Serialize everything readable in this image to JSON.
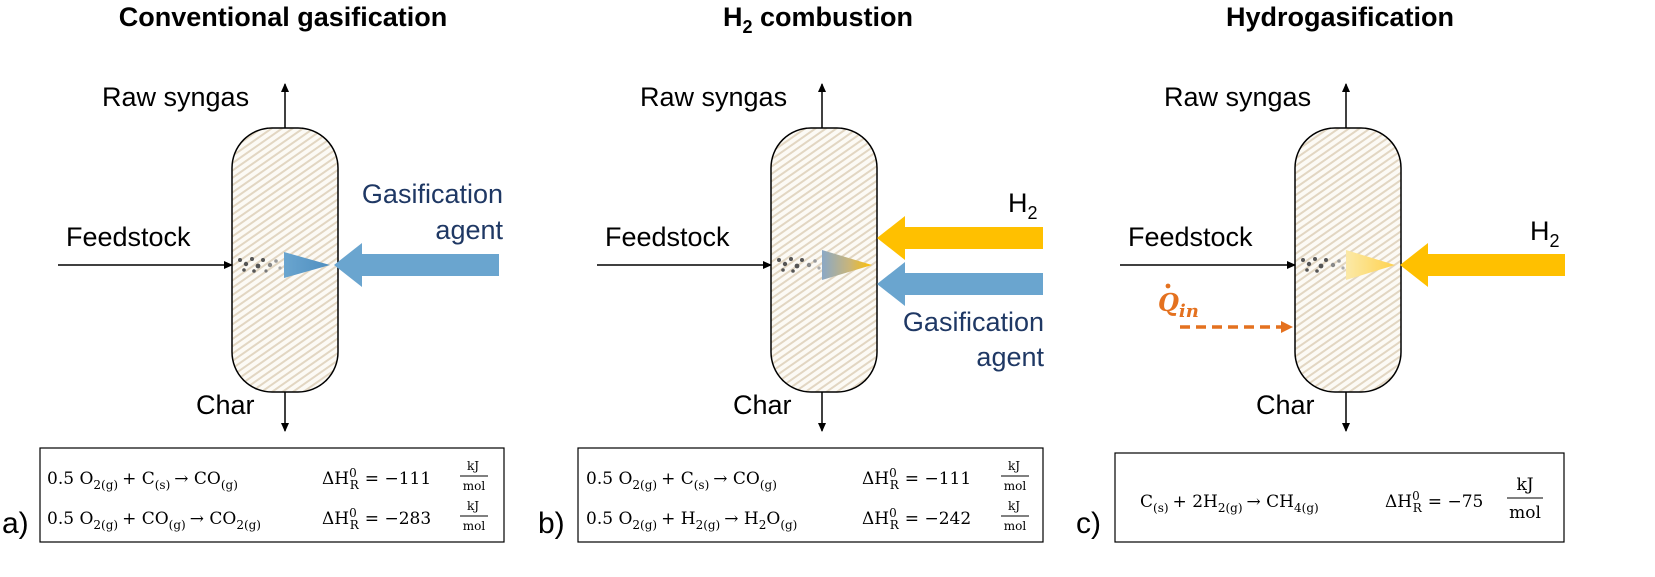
{
  "panels": {
    "a": {
      "letter": "a)",
      "title": "Conventional gasification",
      "raw_syngas": "Raw syngas",
      "feedstock": "Feedstock",
      "char": "Char",
      "agent_line1": "Gasification",
      "agent_line2": "agent",
      "eq1_lhs": "0.5 O",
      "eq1_lhs_sub1": "2(g)",
      "eq1_plus": "+ C",
      "eq1_sub2": "(s)",
      "eq1_arrow": "→ CO",
      "eq1_sub3": "(g)",
      "eq1_dh": "ΔH",
      "eq1_dh_sup": "0",
      "eq1_dh_sub": "R",
      "eq1_val": "= −111",
      "eq1_unit_num": "kJ",
      "eq1_unit_den": "mol",
      "eq2_lhs": "0.5 O",
      "eq2_lhs_sub1": "2(g)",
      "eq2_plus": "+ CO",
      "eq2_sub2": "(g)",
      "eq2_arrow": "→ CO",
      "eq2_sub3": "2(g)",
      "eq2_dh": "ΔH",
      "eq2_dh_sup": "0",
      "eq2_dh_sub": "R",
      "eq2_val": "= −283",
      "eq2_unit_num": "kJ",
      "eq2_unit_den": "mol"
    },
    "b": {
      "letter": "b)",
      "title_pre": "H",
      "title_sub": "2",
      "title_post": " combustion",
      "raw_syngas": "Raw syngas",
      "feedstock": "Feedstock",
      "char": "Char",
      "h2": "H",
      "h2_sub": "2",
      "agent_line1": "Gasification",
      "agent_line2": "agent",
      "eq1_lhs": "0.5 O",
      "eq1_lhs_sub1": "2(g)",
      "eq1_plus": "+ C",
      "eq1_sub2": "(s)",
      "eq1_arrow": "→ CO",
      "eq1_sub3": "(g)",
      "eq1_dh": "ΔH",
      "eq1_dh_sup": "0",
      "eq1_dh_sub": "R",
      "eq1_val": "= −111",
      "eq1_unit_num": "kJ",
      "eq1_unit_den": "mol",
      "eq2_lhs": "0.5 O",
      "eq2_lhs_sub1": "2(g)",
      "eq2_plus": "+ H",
      "eq2_sub2": "2(g)",
      "eq2_arrow": "→ H",
      "eq2_sub3": "2",
      "eq2_arrow_tail": "O",
      "eq2_sub4": "(g)",
      "eq2_dh": "ΔH",
      "eq2_dh_sup": "0",
      "eq2_dh_sub": "R",
      "eq2_val": "= −242",
      "eq2_unit_num": "kJ",
      "eq2_unit_den": "mol"
    },
    "c": {
      "letter": "c)",
      "title": "Hydrogasification",
      "raw_syngas": "Raw syngas",
      "feedstock": "Feedstock",
      "char": "Char",
      "h2": "H",
      "h2_sub": "2",
      "qin": "Q",
      "qin_sub": "in",
      "eq1_lhs": "C",
      "eq1_sub1": "(s)",
      "eq1_plus": "+ 2H",
      "eq1_sub2": "2(g)",
      "eq1_arrow": "→ CH",
      "eq1_sub3": "4(g)",
      "eq1_dh": "ΔH",
      "eq1_dh_sup": "0",
      "eq1_dh_sub": "R",
      "eq1_val": "= −75",
      "eq1_unit_num": "kJ",
      "eq1_unit_den": "mol"
    }
  },
  "colors": {
    "gasification_agent": "#6aa5cf",
    "hydrogen": "#ffc000",
    "heat": "#e4711f",
    "agent_text": "#1f3864",
    "reactor_fill": "#fbf9f4",
    "reactor_hatch": "#e6dccb"
  }
}
